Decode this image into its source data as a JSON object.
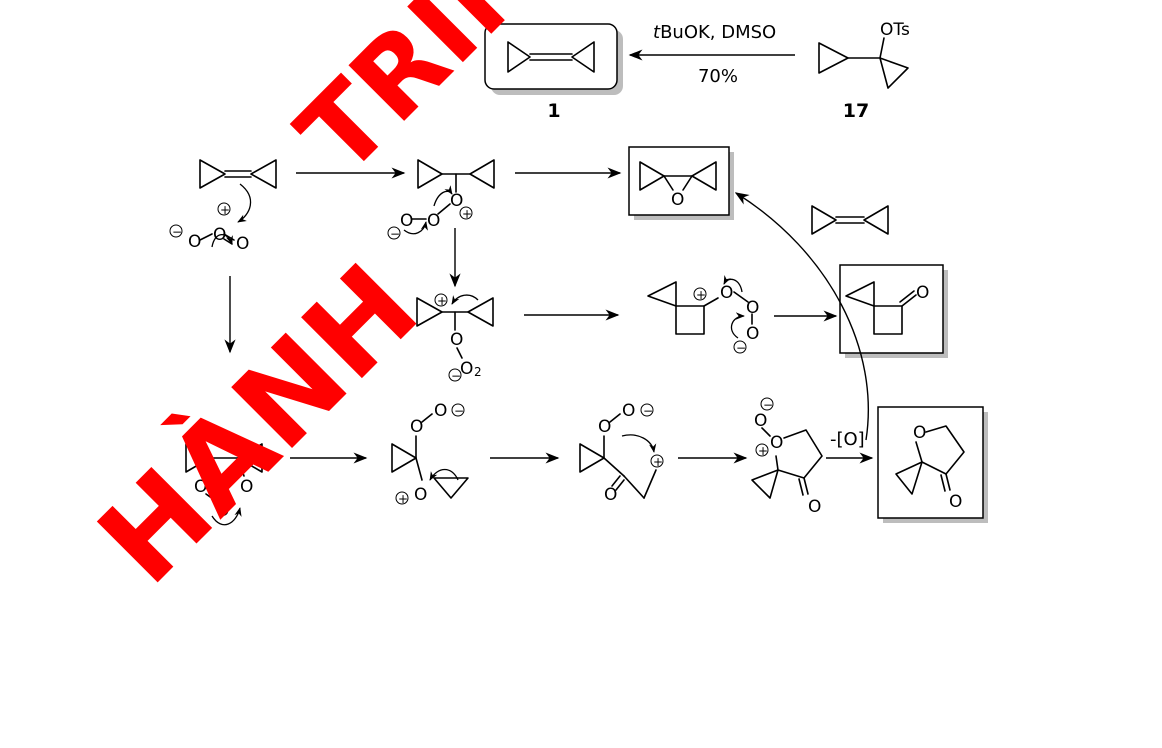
{
  "top_reaction": {
    "reagent": "BuOK, DMSO",
    "reagent_prefix": "t",
    "yield": "70%",
    "product_label": "1",
    "starting_label": "17",
    "leaving_group": "OTs"
  },
  "atoms": {
    "O": "O",
    "O2": "O",
    "sub2": "2",
    "minus_oxygen": "-[O]"
  },
  "charges": {
    "plus": "+",
    "minus": "−"
  },
  "watermark": {
    "line1": "TRÌN",
    "line2": "HÀNH"
  },
  "colors": {
    "watermark": "#ff0000",
    "shadow": "#bdbdbd",
    "ink": "#000000"
  }
}
